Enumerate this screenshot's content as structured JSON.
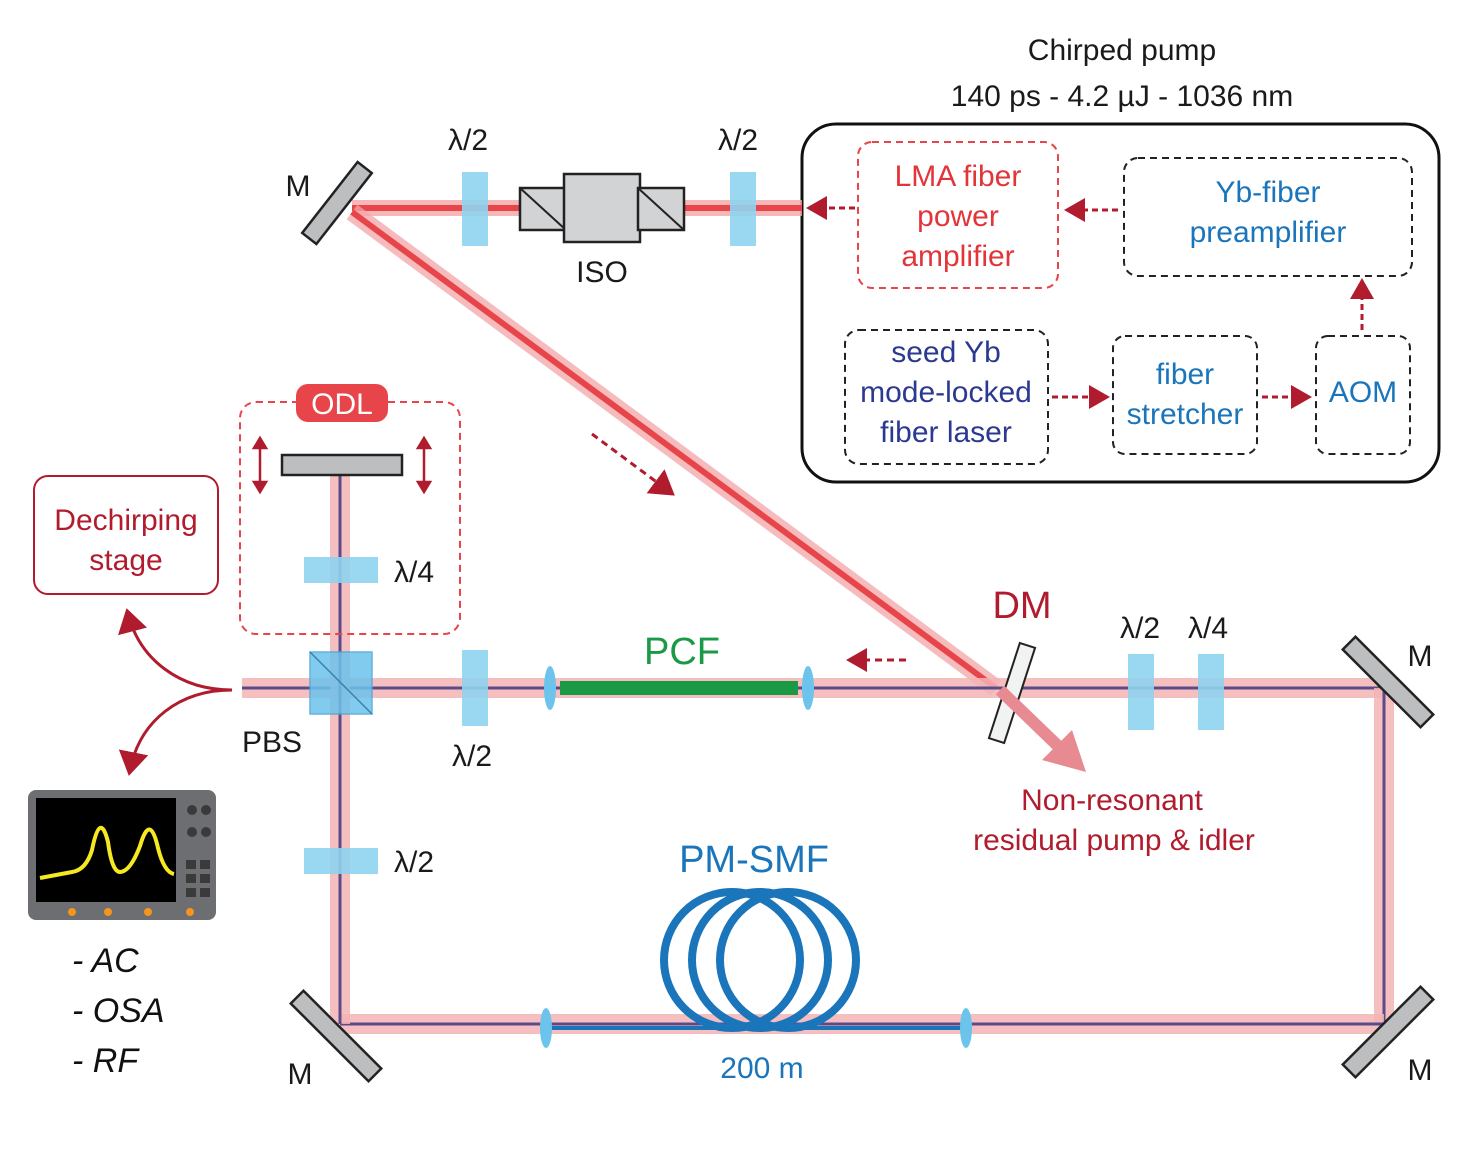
{
  "pump": {
    "title": "Chirped pump",
    "specs": "140 ps -  4.2 µJ - 1036 nm",
    "boxes": {
      "lma": [
        "LMA fiber",
        "power",
        "amplifier"
      ],
      "preamp": [
        "Yb-fiber",
        "preamplifier"
      ],
      "seed": [
        "seed Yb",
        "mode-locked",
        "fiber laser"
      ],
      "stretcher": [
        "fiber",
        "stretcher"
      ],
      "aom": "AOM"
    }
  },
  "labels": {
    "mirror": "M",
    "half_wave": "λ/2",
    "quarter_wave": "λ/4",
    "isolator": "ISO",
    "odl": "ODL",
    "dechirping": [
      "Dechirping",
      "stage"
    ],
    "pbs": "PBS",
    "pcf": "PCF",
    "dm": "DM",
    "residual": [
      "Non-resonant",
      "residual pump & idler"
    ],
    "pm_smf": "PM-SMF",
    "fiber_length": "200 m"
  },
  "instruments": [
    "- AC",
    "- OSA",
    "- RF"
  ],
  "colors": {
    "pump_beam": "#e8454a",
    "cavity_beam": "#5b4b8a",
    "waveplate": "#8fd3f0",
    "pcf": "#1a9a45",
    "pm_smf": "#1b75bb",
    "arrow": "#b01c2e"
  }
}
